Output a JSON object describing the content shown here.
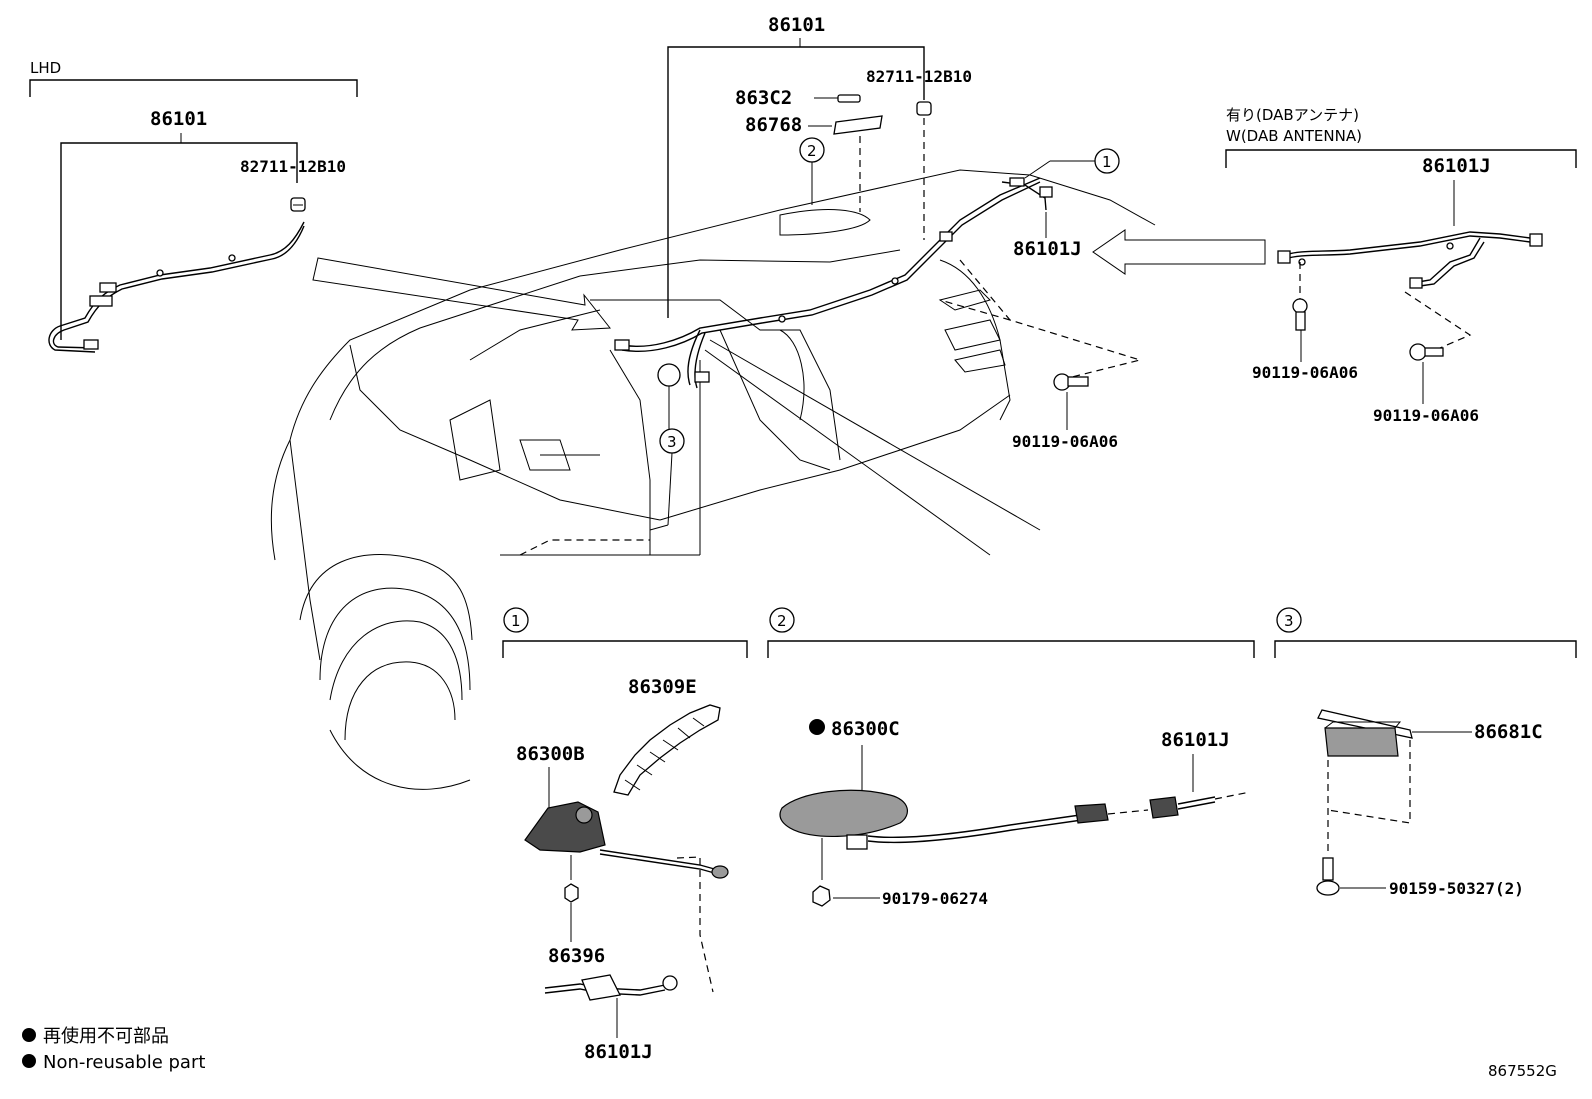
{
  "lhd_section": {
    "title": "LHD",
    "harness_part": "86101",
    "clip_part": "82711-12B10"
  },
  "main_section": {
    "harness_part": "86101",
    "clip_part": "82711-12B10",
    "part_863c2": "863C2",
    "part_86768": "86768",
    "antenna_cable_part": "86101J",
    "bolt_part": "90119-06A06"
  },
  "dab_section": {
    "title_jp": "有り(DABアンテナ)",
    "title_en": "W(DAB ANTENNA)",
    "harness_part": "86101J",
    "bolt_left": "90119-06A06",
    "bolt_right": "90119-06A06"
  },
  "callouts": {
    "one": "1",
    "two": "2",
    "three": "3"
  },
  "detail_1": {
    "antenna_base": "86300B",
    "antenna_rod": "86309E",
    "nut": "86396",
    "cable": "86101J"
  },
  "detail_2": {
    "antenna": "86300C",
    "cable": "86101J",
    "nut": "90179-06274"
  },
  "detail_3": {
    "module": "86681C",
    "screw": "90159-50327(2)"
  },
  "legend": {
    "jp": "再使用不可部品",
    "en": "Non-reusable part"
  },
  "diagram_code": "867552G"
}
